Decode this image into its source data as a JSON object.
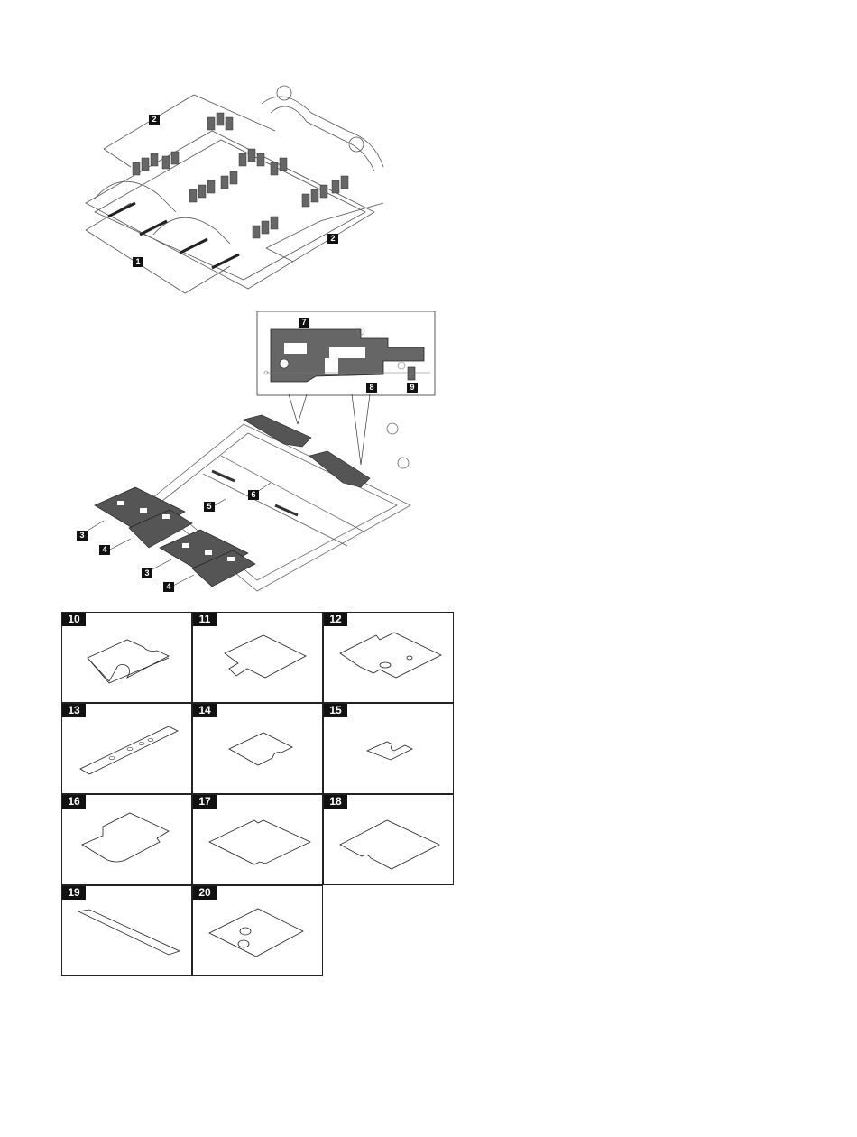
{
  "top_figure": {
    "callouts": [
      "1",
      "2",
      "2"
    ]
  },
  "middle_figure": {
    "callouts": [
      "7",
      "8",
      "9",
      "6",
      "5",
      "3",
      "4",
      "3",
      "4"
    ]
  },
  "pad_grid": {
    "labels": [
      "10",
      "11",
      "12",
      "13",
      "14",
      "15",
      "16",
      "17",
      "18",
      "19",
      "20"
    ]
  },
  "colors": {
    "line": "#333333",
    "pad_fill": "#555555",
    "callout_bg": "#111111"
  }
}
